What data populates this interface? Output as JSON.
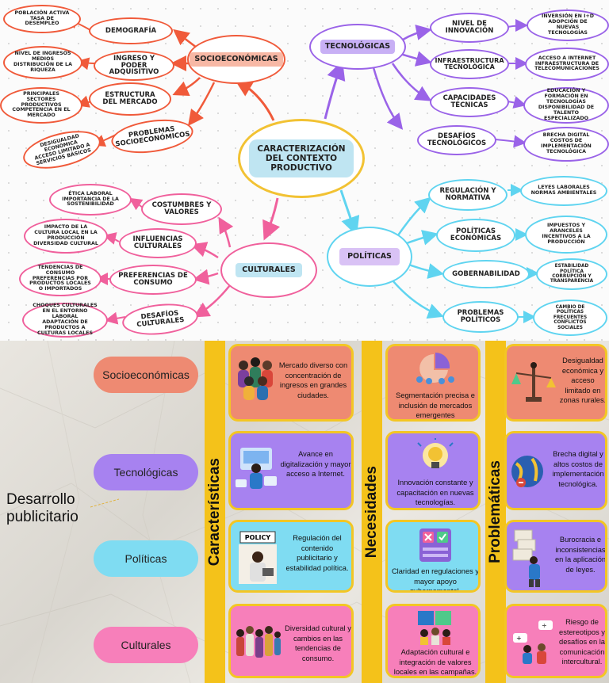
{
  "mindmap": {
    "center": "Caracterización del contexto productivo",
    "socio": {
      "label": "Socioeconómicas",
      "children": [
        {
          "label": "Demografía",
          "leaf": [
            "Población activa",
            "Tasa de desempleo"
          ]
        },
        {
          "label": "Ingreso y poder adquisitivo",
          "leaf": [
            "Nivel de ingresos medios",
            "Distribución de la riqueza"
          ]
        },
        {
          "label": "Estructura del mercado",
          "leaf": [
            "Principales sectores productivos",
            "Competencia en el mercado"
          ]
        },
        {
          "label": "Problemas socioeconómicos",
          "leaf": [
            "Desigualdad económica",
            "Acceso limitado a servicios básicos"
          ]
        }
      ]
    },
    "tech": {
      "label": "Tecnológicas",
      "children": [
        {
          "label": "Nivel de innovación",
          "leaf": [
            "Inversión en I+D",
            "Adopción de nuevas tecnologías"
          ]
        },
        {
          "label": "Infraestructura tecnológica",
          "leaf": [
            "Acceso a internet",
            "Infraestructura de telecomunicaciones"
          ]
        },
        {
          "label": "Capacidades técnicas",
          "leaf": [
            "Educación y formación en tecnologías",
            "Disponibilidad de talento especializado"
          ]
        },
        {
          "label": "Desafíos tecnológicos",
          "leaf": [
            "Brecha digital",
            "Costos de implementación tecnológica"
          ]
        }
      ]
    },
    "cult": {
      "label": "Culturales",
      "children": [
        {
          "label": "Costumbres y valores",
          "leaf": [
            "Ética laboral",
            "Importancia de la sostenibilidad"
          ]
        },
        {
          "label": "Influencias culturales",
          "leaf": [
            "Impacto de la cultura local en la producción",
            "Diversidad cultural"
          ]
        },
        {
          "label": "Preferencias de consumo",
          "leaf": [
            "Tendencias de consumo",
            "Preferencias por productos locales o importados"
          ]
        },
        {
          "label": "Desafíos culturales",
          "leaf": [
            "Choques culturales en el entorno laboral",
            "Adaptación de productos a culturas locales"
          ]
        }
      ]
    },
    "pol": {
      "label": "Políticas",
      "children": [
        {
          "label": "Regulación y normativa",
          "leaf": [
            "Leyes laborales",
            "Normas ambientales"
          ]
        },
        {
          "label": "Políticas económicas",
          "leaf": [
            "Impuestos y aranceles",
            "Incentivos a la producción"
          ]
        },
        {
          "label": "Gobernabilidad",
          "leaf": [
            "Estabilidad política",
            "Corrupción y transparencia"
          ]
        },
        {
          "label": "Problemas políticos",
          "leaf": [
            "Cambio de políticas frecuentes",
            "Conflictos sociales"
          ]
        }
      ]
    }
  },
  "infographic": {
    "title": "Desarrollo publicitario",
    "rows": [
      "Socioeconómicas",
      "Tecnológicas",
      "Políticas",
      "Culturales"
    ],
    "columns": [
      "Características",
      "Necesidades",
      "Problemáticas"
    ],
    "cards": {
      "caracteristicas": [
        "Mercado diverso con concentración de ingresos en grandes ciudades.",
        "Avance en digitalización y mayor acceso a Internet.",
        "Regulación del contenido publicitario y estabilidad política.",
        "Diversidad cultural y cambios en las tendencias de consumo."
      ],
      "necesidades": [
        "Segmentación precisa e inclusión de mercados emergentes",
        "Innovación constante y capacitación en nuevas tecnologías.",
        "Claridad en regulaciones y mayor apoyo gubernamental.",
        "Adaptación cultural e integración de valores locales en las campañas."
      ],
      "problematicas": [
        "Desigualdad económica y acceso limitado en zonas rurales.",
        "Brecha digital y altos costos de implementación tecnológica.",
        "Burocracia e inconsistencias en la aplicación de leyes.",
        "Riesgo de estereotipos y desafíos en la comunicación intercultural."
      ]
    },
    "policy_sign": "POLICY"
  },
  "colors": {
    "socio": "#f05a3a",
    "tech": "#9a63e8",
    "cult": "#f0609c",
    "pol": "#5fd4f0",
    "center": "#f2c233",
    "bar": "#f4c21a",
    "pill_socio": "#ee8a72",
    "pill_tech": "#a782f0",
    "pill_pol": "#7fdcf2",
    "pill_cult": "#f77fba"
  }
}
